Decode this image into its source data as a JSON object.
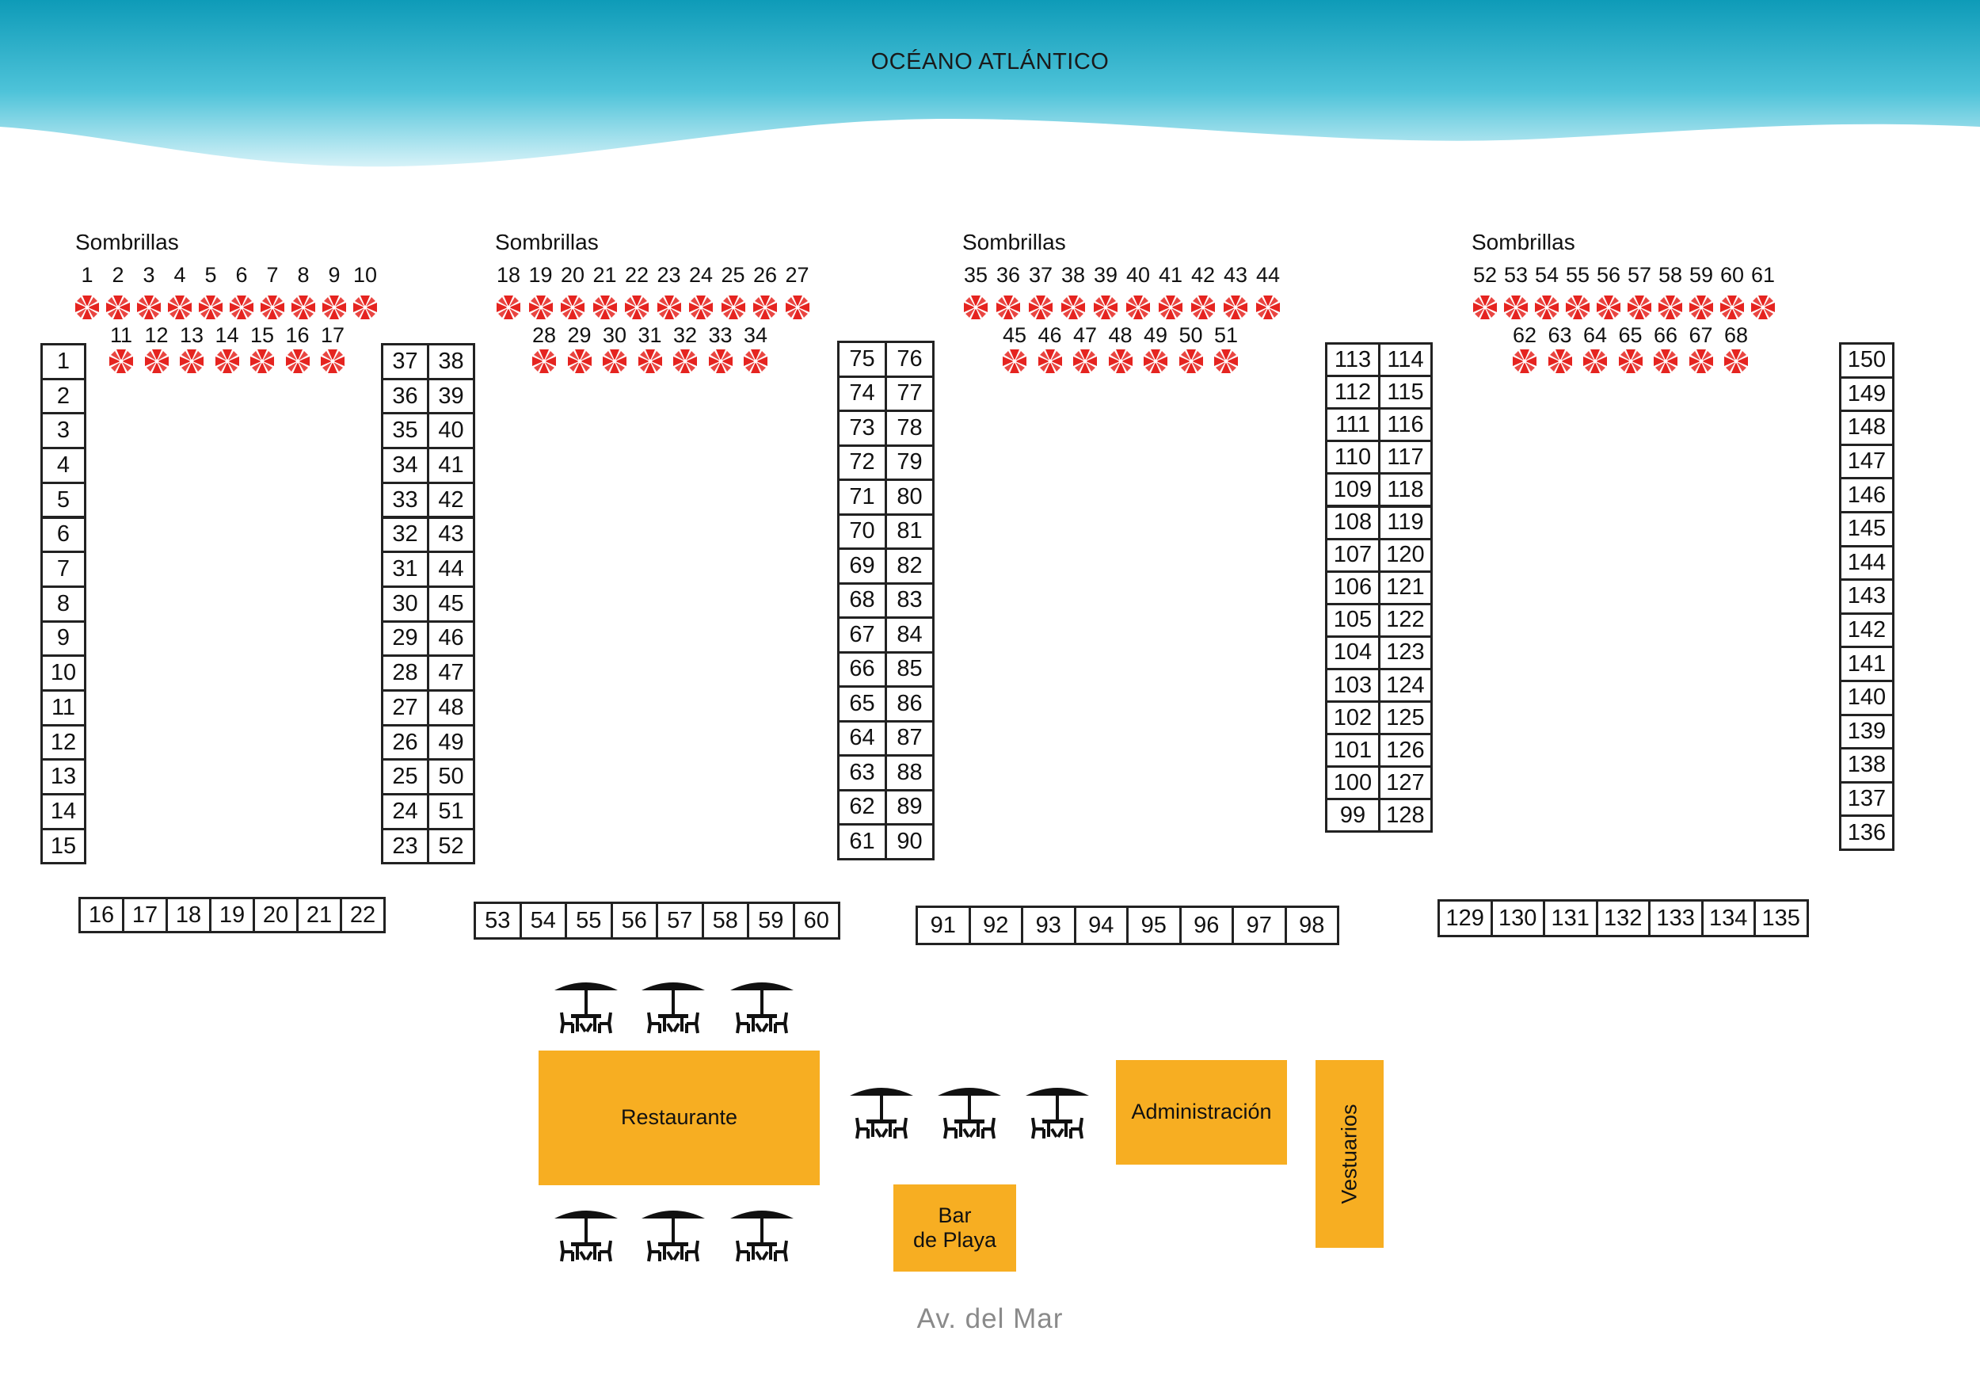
{
  "ocean": {
    "title": "OCÉANO ATLÁNTICO",
    "colors": {
      "deep": "#0e9bb8",
      "light": "#c9eef6"
    }
  },
  "sections": [
    {
      "label": "Sombrillas",
      "row1": [
        "1",
        "2",
        "3",
        "4",
        "5",
        "6",
        "7",
        "8",
        "9",
        "10"
      ],
      "row2": [
        "11",
        "12",
        "13",
        "14",
        "15",
        "16",
        "17"
      ]
    },
    {
      "label": "Sombrillas",
      "row1": [
        "18",
        "19",
        "20",
        "21",
        "22",
        "23",
        "24",
        "25",
        "26",
        "27"
      ],
      "row2": [
        "28",
        "29",
        "30",
        "31",
        "32",
        "33",
        "34"
      ]
    },
    {
      "label": "Sombrillas",
      "row1": [
        "35",
        "36",
        "37",
        "38",
        "39",
        "40",
        "41",
        "42",
        "43",
        "44"
      ],
      "row2": [
        "45",
        "46",
        "47",
        "48",
        "49",
        "50",
        "51"
      ]
    },
    {
      "label": "Sombrillas",
      "row1": [
        "52",
        "53",
        "54",
        "55",
        "56",
        "57",
        "58",
        "59",
        "60",
        "61"
      ],
      "row2": [
        "62",
        "63",
        "64",
        "65",
        "66",
        "67",
        "68"
      ]
    }
  ],
  "umbrella_color": "#e52420",
  "columns": [
    {
      "cells": [
        "1",
        "2",
        "3",
        "4",
        "5",
        "6",
        "7",
        "8",
        "9",
        "10",
        "11",
        "12",
        "13",
        "14",
        "15"
      ]
    },
    {
      "cells": [
        "37",
        "36",
        "35",
        "34",
        "33",
        "32",
        "31",
        "30",
        "29",
        "28",
        "27",
        "26",
        "25",
        "24",
        "23"
      ]
    },
    {
      "cells": [
        "38",
        "39",
        "40",
        "41",
        "42",
        "43",
        "44",
        "45",
        "46",
        "47",
        "48",
        "49",
        "50",
        "51",
        "52"
      ]
    },
    {
      "cells": [
        "75",
        "74",
        "73",
        "72",
        "71",
        "70",
        "69",
        "68",
        "67",
        "66",
        "65",
        "64",
        "63",
        "62",
        "61"
      ]
    },
    {
      "cells": [
        "76",
        "77",
        "78",
        "79",
        "80",
        "81",
        "82",
        "83",
        "84",
        "85",
        "86",
        "87",
        "88",
        "89",
        "90"
      ]
    },
    {
      "cells": [
        "113",
        "112",
        "111",
        "110",
        "109",
        "108",
        "107",
        "106",
        "105",
        "104",
        "103",
        "102",
        "101",
        "100",
        "99"
      ]
    },
    {
      "cells": [
        "114",
        "115",
        "116",
        "117",
        "118",
        "119",
        "120",
        "121",
        "122",
        "123",
        "124",
        "125",
        "126",
        "127",
        "128"
      ]
    },
    {
      "cells": [
        "150",
        "149",
        "148",
        "147",
        "146",
        "145",
        "144",
        "143",
        "142",
        "141",
        "140",
        "139",
        "138",
        "137",
        "136"
      ]
    }
  ],
  "rows": [
    {
      "cells": [
        "16",
        "17",
        "18",
        "19",
        "20",
        "21",
        "22"
      ]
    },
    {
      "cells": [
        "53",
        "54",
        "55",
        "56",
        "57",
        "58",
        "59",
        "60"
      ]
    },
    {
      "cells": [
        "91",
        "92",
        "93",
        "94",
        "95",
        "96",
        "97",
        "98"
      ]
    },
    {
      "cells": [
        "129",
        "130",
        "131",
        "132",
        "133",
        "134",
        "135"
      ]
    }
  ],
  "buildings": {
    "restaurante": "Restaurante",
    "administracion": "Administración",
    "vestuarios": "Vestuarios",
    "bar_line1": "Bar",
    "bar_line2": "de Playa",
    "color": "#f7ae22"
  },
  "street": "Av. del Mar"
}
